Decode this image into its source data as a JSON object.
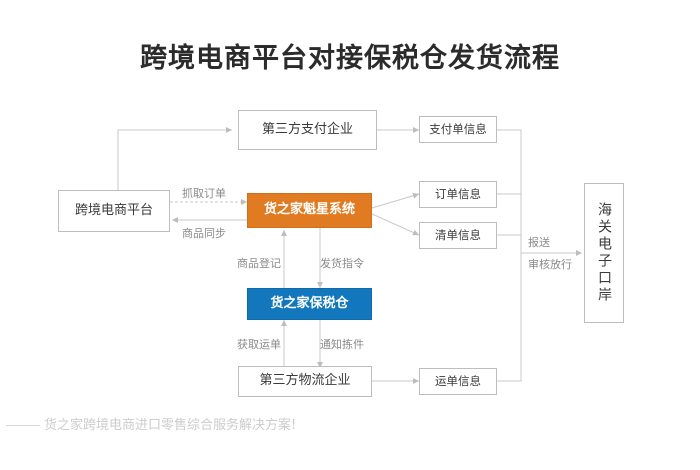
{
  "page": {
    "title": "跨境电商平台对接保税仓发货流程",
    "footer_note": "货之家跨境电商进口零售综合服务解决方案!",
    "background": "#ffffff"
  },
  "colors": {
    "accent_orange": "#e07b22",
    "accent_blue": "#1277bc",
    "box_border": "#bdbdbd",
    "connector": "#c9c9c9",
    "text_dark": "#3a3a3a",
    "text_label": "#8a8a8a",
    "footer_text": "#cccccc"
  },
  "nodes": {
    "ecommerce_platform": "跨境电商平台",
    "third_party_payment": "第三方支付企业",
    "kuixing_system": "货之家魁星系统",
    "bonded_warehouse": "货之家保税仓",
    "third_party_logistics": "第三方物流企业",
    "payment_info": "支付单信息",
    "order_info": "订单信息",
    "list_info": "清单信息",
    "waybill_info": "运单信息",
    "customs_port": "海关电子口岸"
  },
  "edge_labels": {
    "fetch_order": "抓取订单",
    "product_sync": "商品同步",
    "product_register": "商品登记",
    "ship_instruction": "发货指令",
    "get_waybill": "获取运单",
    "notify_picking": "通知拣件",
    "submit": "报送",
    "review_release": "审核放行"
  }
}
